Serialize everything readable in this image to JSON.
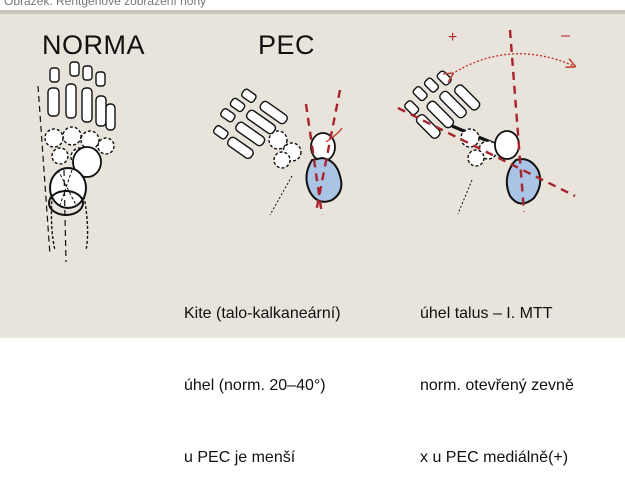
{
  "header_text": "Obrázek: Rentgenové zobrazení nohy",
  "titles": {
    "normal": "NORMA",
    "pec": "PEC"
  },
  "markers": {
    "plus": "+",
    "minus": "–"
  },
  "notes": {
    "kite": [
      "Kite (talo-kalkaneární)",
      "úhel (norm. 20–40°)",
      "u PEC je menší"
    ],
    "talus": [
      "úhel talus – I. MTT",
      "norm. otevřený zevně",
      "x u PEC mediálně(+)"
    ]
  },
  "colors": {
    "background": "#e8e3db",
    "angle_line": "#a8242c",
    "bone_fill": "#a9c4e4",
    "bone_stroke": "#000000",
    "arc": "#c0392b"
  }
}
